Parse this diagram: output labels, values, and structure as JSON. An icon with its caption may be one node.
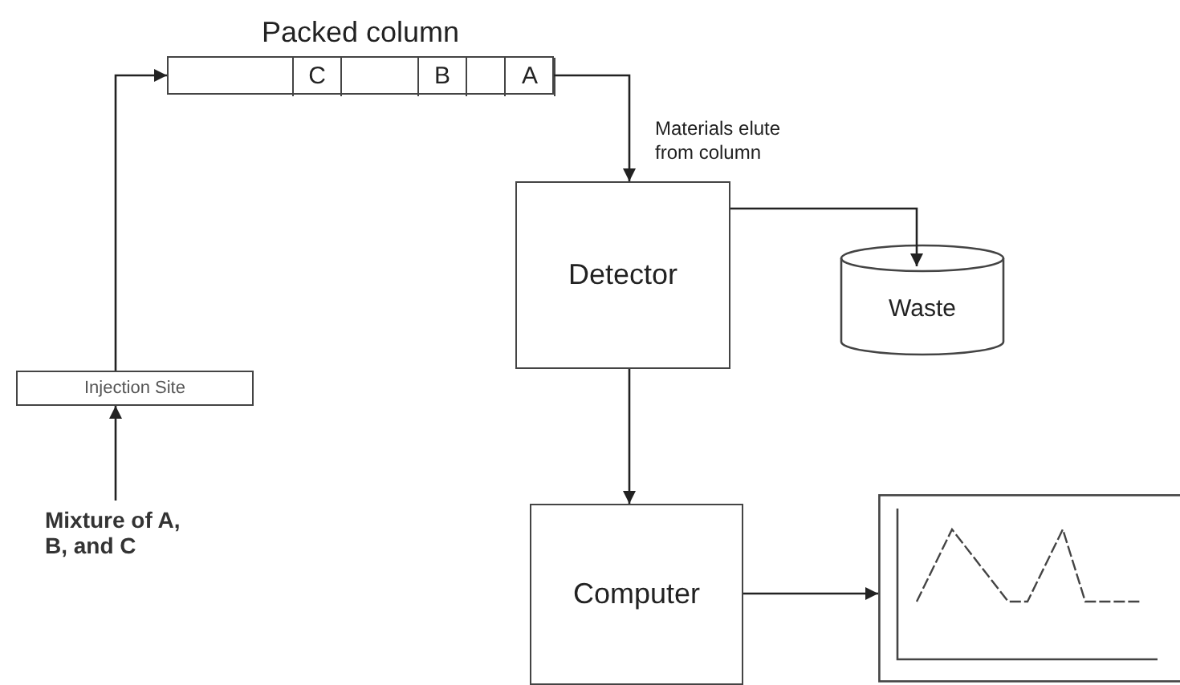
{
  "diagram": {
    "nodes": [
      {
        "text": [
          "Packed column"
        ]
      },
      {
        "text": [
          "C"
        ],
        "in": 0
      },
      {
        "text": [
          "B"
        ],
        "in": 0
      },
      {
        "text": [
          "A"
        ],
        "in": 0
      },
      {
        "text": [
          "Injection Site"
        ]
      },
      {
        "text": [
          "Mixture of A, B, and C"
        ]
      },
      {
        "text": [
          "Detector"
        ]
      },
      {
        "text": [
          "Waste"
        ]
      },
      {
        "text": [
          "Computer"
        ]
      },
      {
        "text": [],
        "shape": "picture"
      }
    ],
    "edges": [
      {
        "from": 5,
        "to": 4,
        "arrow": "to"
      },
      {
        "from": 4,
        "to": 0,
        "arrow": "to"
      },
      {
        "from": 0,
        "to": 6,
        "arrow": "to",
        "label": "Materials elute from column"
      },
      {
        "from": 6,
        "to": 7,
        "arrow": "to"
      },
      {
        "from": 6,
        "to": 8,
        "arrow": "to"
      },
      {
        "from": 8,
        "to": 9,
        "arrow": "to"
      }
    ]
  }
}
